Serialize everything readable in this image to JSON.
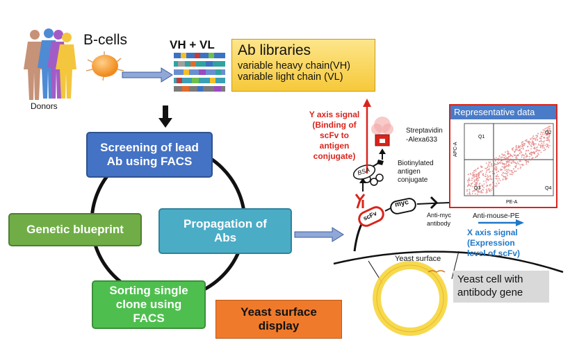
{
  "donors": {
    "label": "Donors"
  },
  "bcells": {
    "label": "B-cells"
  },
  "vhvl": {
    "label": "VH + VL"
  },
  "ab_libraries": {
    "title": "Ab libraries",
    "line1": "variable heavy chain(VH)",
    "line2": "variable light chain (VL)"
  },
  "cycle": {
    "screening": "Screening of lead Ab using FACS",
    "genetic": "Genetic blueprint",
    "propagation": "Propagation of Abs",
    "sorting": "Sorting single clone using FACS"
  },
  "yeast_display": {
    "label": "Yeast surface display"
  },
  "assay": {
    "y_signal": [
      "Y axis signal",
      "(Binding of",
      "scFv to",
      "antigen",
      "conjugate)"
    ],
    "streptavidin": [
      "Streptavidin",
      "-Alexa633"
    ],
    "biotinylated": [
      "Biotinylated",
      "antigen",
      "conjugate"
    ],
    "bsa": "BSA",
    "scfv": "scFv",
    "myc": "myc",
    "anti_myc": [
      "Anti-myc",
      "antibody"
    ],
    "anti_mouse": "Anti-mouse-PE",
    "x_signal": [
      "X axis signal",
      "(Expression",
      "level of scFv)"
    ],
    "yeast_surface": "Yeast surface",
    "yeast_cell": "Yeast cell with antibody gene"
  },
  "rep_data": {
    "title": "Representative data",
    "q1": "Q1",
    "q2": "Q2",
    "q3": "Q3",
    "q4": "Q4",
    "xaxis": "PE-A",
    "yaxis": "APC-A"
  },
  "colors": {
    "blue_box": "#4472c4",
    "green_box": "#70ad47",
    "teal_box": "#4bacc6",
    "orange_box": "#f07a2b",
    "yellow_box": "#fbd44b",
    "red_signal": "#d9241b",
    "blue_signal": "#1f78c8"
  }
}
